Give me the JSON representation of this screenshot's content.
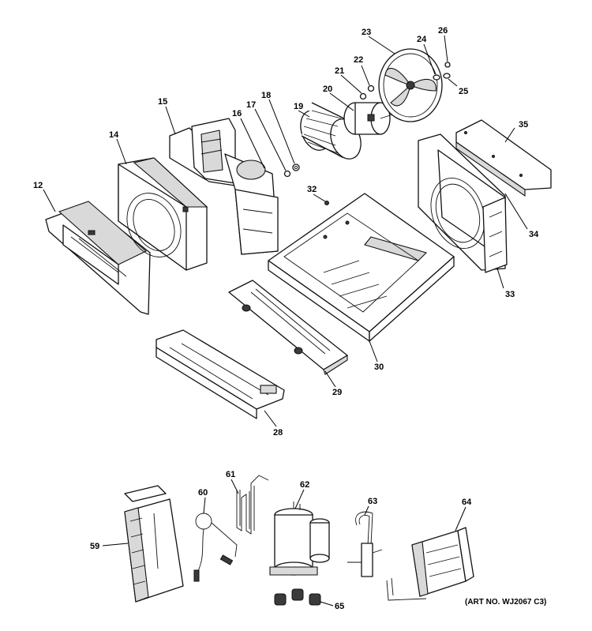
{
  "art_number": "(ART NO. WJ2067 C3)",
  "callouts": {
    "c12": "12",
    "c14": "14",
    "c15": "15",
    "c16": "16",
    "c17": "17",
    "c18": "18",
    "c19": "19",
    "c20": "20",
    "c21": "21",
    "c22": "22",
    "c23": "23",
    "c24": "24",
    "c25": "25",
    "c26": "26",
    "c28": "28",
    "c29": "29",
    "c30": "30",
    "c32": "32",
    "c33": "33",
    "c34": "34",
    "c35": "35",
    "c59": "59",
    "c60": "60",
    "c61": "61",
    "c62": "62",
    "c63": "63",
    "c64": "64",
    "c65": "65"
  }
}
